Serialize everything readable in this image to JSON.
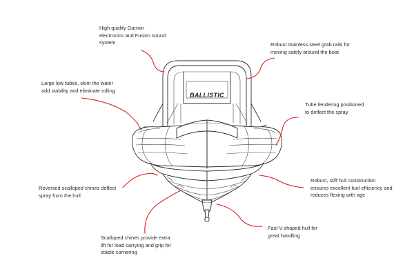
{
  "brand": {
    "logo_text": "BALLISTIC"
  },
  "callouts": [
    {
      "id": "garmin",
      "lines": [
        "High quality Garmin",
        "electronics and Fusion sound",
        "system"
      ]
    },
    {
      "id": "grab-rails",
      "lines": [
        "Robust stainless steel grab rails for",
        "moving safely around the boat"
      ]
    },
    {
      "id": "low-tubes",
      "lines": [
        "Large low tubes, skim the water",
        "add stability and eliminate rolling"
      ]
    },
    {
      "id": "tube-fendering",
      "lines": [
        "Tube fendering positioned",
        "to deflect the spray"
      ]
    },
    {
      "id": "reversed-chines",
      "lines": [
        "Reversed scalloped chines deflect",
        "spray from the hull"
      ]
    },
    {
      "id": "stiff-hull",
      "lines": [
        "Robust, stiff hull construction",
        "ensures excellent fuel efficiency and",
        "reduces flexing with age"
      ]
    },
    {
      "id": "v-hull",
      "lines": [
        "Fast V-shaped hull for",
        "great handling"
      ]
    },
    {
      "id": "scalloped-chines",
      "lines": [
        "Scalloped chines provide extra",
        "lift for load carrying and grip for",
        "stable cornering"
      ]
    }
  ],
  "colors": {
    "leader": "#d9201f",
    "outline": "#2b2b2b",
    "text": "#2a2a2a"
  }
}
